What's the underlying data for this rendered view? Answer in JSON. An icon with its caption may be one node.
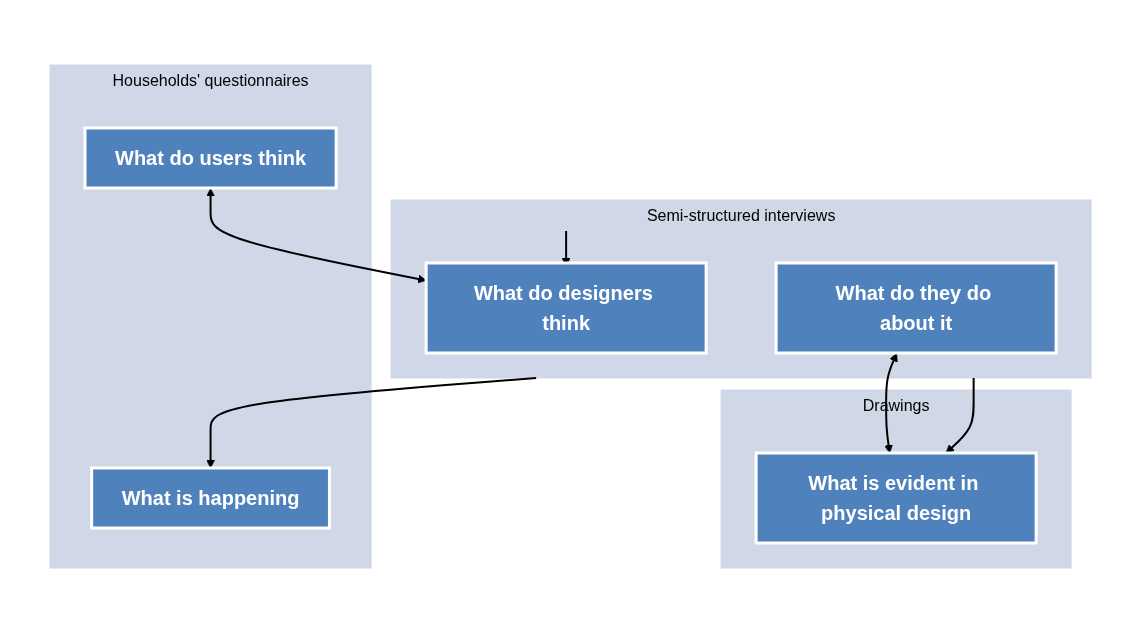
{
  "diagram": {
    "nodes": [
      {
        "text": [
          "Households' questionnaires"
        ]
      },
      {
        "text": [
          "What is happening"
        ],
        "in": 0
      },
      {
        "text": [
          "What do users think"
        ],
        "in": 0
      },
      {
        "text": [
          "Semi-structured interviews"
        ]
      },
      {
        "text": [
          "What do designers think"
        ],
        "in": 3
      },
      {
        "text": [
          "What do they do about it"
        ],
        "in": 3
      },
      {
        "text": [
          "Drawings"
        ]
      },
      {
        "text": [
          "What is evident in physical design"
        ],
        "in": 6
      }
    ],
    "edges": [
      {
        "from": 3,
        "to": 1,
        "arrow": "to"
      },
      {
        "from": 3,
        "to": 4,
        "arrow": "to"
      },
      {
        "from": 3,
        "to": 7,
        "arrow": "to"
      },
      {
        "from": 2,
        "to": 4,
        "arrow": "both"
      },
      {
        "from": 5,
        "to": 7,
        "arrow": "both"
      }
    ]
  }
}
